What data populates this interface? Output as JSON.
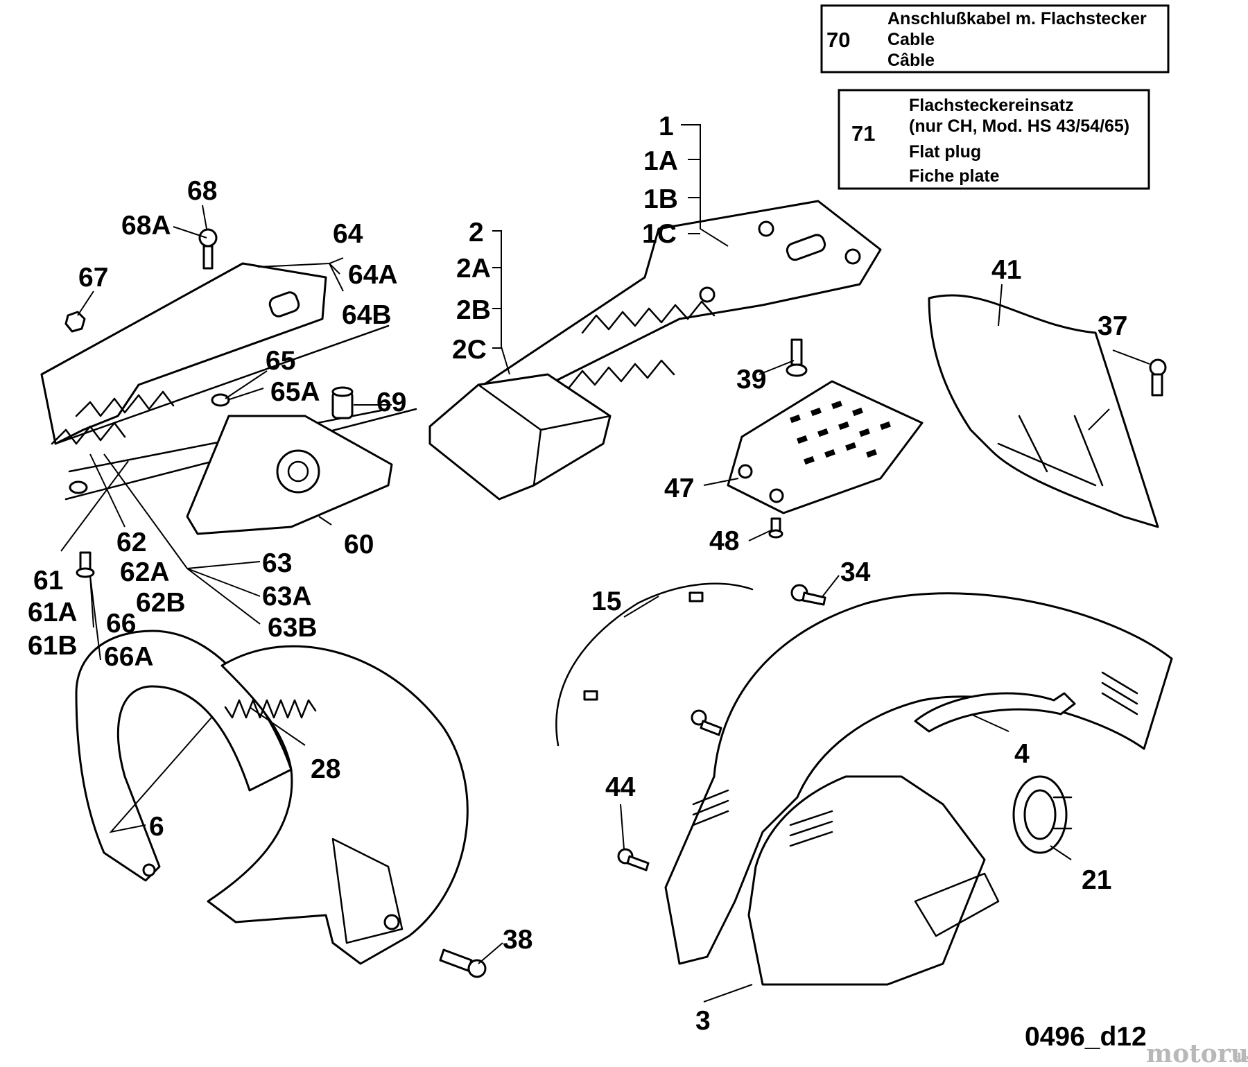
{
  "info_boxes": [
    {
      "number": "70",
      "lines": [
        "Anschlußkabel m. Flachstecker",
        "Cable",
        "Câble"
      ]
    },
    {
      "number": "71",
      "lines": [
        "Flachsteckereinsatz",
        "(nur CH, Mod. HS 43/54/65)",
        "Flat plug",
        "Fiche plate"
      ]
    }
  ],
  "labels": {
    "p1": "1",
    "p1a": "1A",
    "p1b": "1B",
    "p1c": "1C",
    "p2": "2",
    "p2a": "2A",
    "p2b": "2B",
    "p2c": "2C",
    "p3": "3",
    "p4": "4",
    "p6": "6",
    "p15": "15",
    "p21": "21",
    "p28": "28",
    "p34": "34",
    "p37": "37",
    "p38": "38",
    "p39": "39",
    "p41": "41",
    "p44": "44",
    "p47": "47",
    "p48": "48",
    "p60": "60",
    "p61": "61",
    "p61a": "61A",
    "p61b": "61B",
    "p62": "62",
    "p62a": "62A",
    "p62b": "62B",
    "p63": "63",
    "p63a": "63A",
    "p63b": "63B",
    "p64": "64",
    "p64a": "64A",
    "p64b": "64B",
    "p65": "65",
    "p65a": "65A",
    "p66": "66",
    "p66a": "66A",
    "p67": "67",
    "p68": "68",
    "p68a": "68A",
    "p69": "69"
  },
  "drawing_code": "0496_d12",
  "watermark": {
    "brand": "motoruf",
    "suffix": ".de"
  }
}
